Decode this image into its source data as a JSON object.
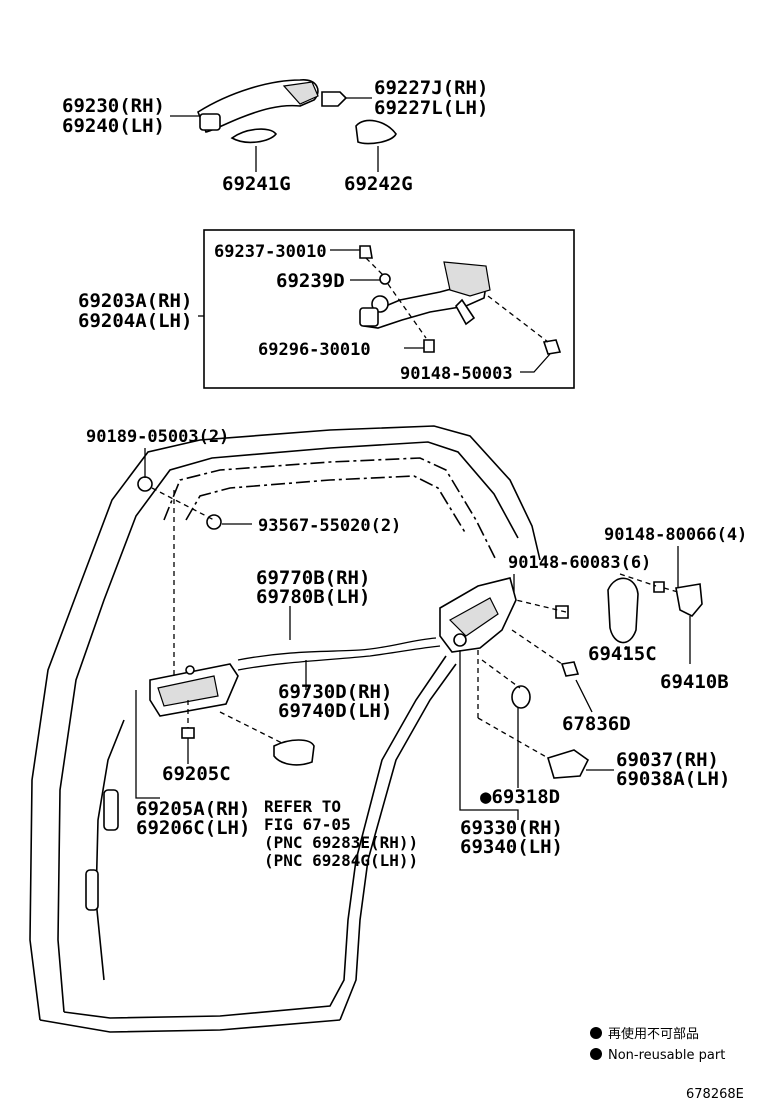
{
  "labels": {
    "p69230": "69230(RH)",
    "p69240": "69240(LH)",
    "p69227j": "69227J(RH)",
    "p69227l": "69227L(LH)",
    "p69241g": "69241G",
    "p69242g": "69242G",
    "p69237": "69237-30010",
    "p69239d": "69239D",
    "p69203a": "69203A(RH)",
    "p69204a": "69204A(LH)",
    "p69296": "69296-30010",
    "p90148_50003": "90148-50003",
    "p90189": "90189-05003(2)",
    "p93567": "93567-55020(2)",
    "p90148_80066": "90148-80066(4)",
    "p90148_60083": "90148-60083(6)",
    "p69770b": "69770B(RH)",
    "p69780b": "69780B(LH)",
    "p69415c": "69415C",
    "p69410b": "69410B",
    "p69730d": "69730D(RH)",
    "p69740d": "69740D(LH)",
    "p67836d": "67836D",
    "p69037": "69037(RH)",
    "p69038a": "69038A(LH)",
    "p69205c": "69205C",
    "p69318d": "●69318D",
    "p69205a": "69205A(RH)",
    "p69206c": "69206C(LH)",
    "refer1": "REFER TO",
    "refer2": "FIG 67-05",
    "refer3": "(PNC 69283E(RH))",
    "refer4": "(PNC 69284G(LH))",
    "p69330": "69330(RH)",
    "p69340": "69340(LH)"
  },
  "legend": {
    "jp": "再使用不可部品",
    "en": "Non-reusable part"
  },
  "figure_id": "678268E"
}
